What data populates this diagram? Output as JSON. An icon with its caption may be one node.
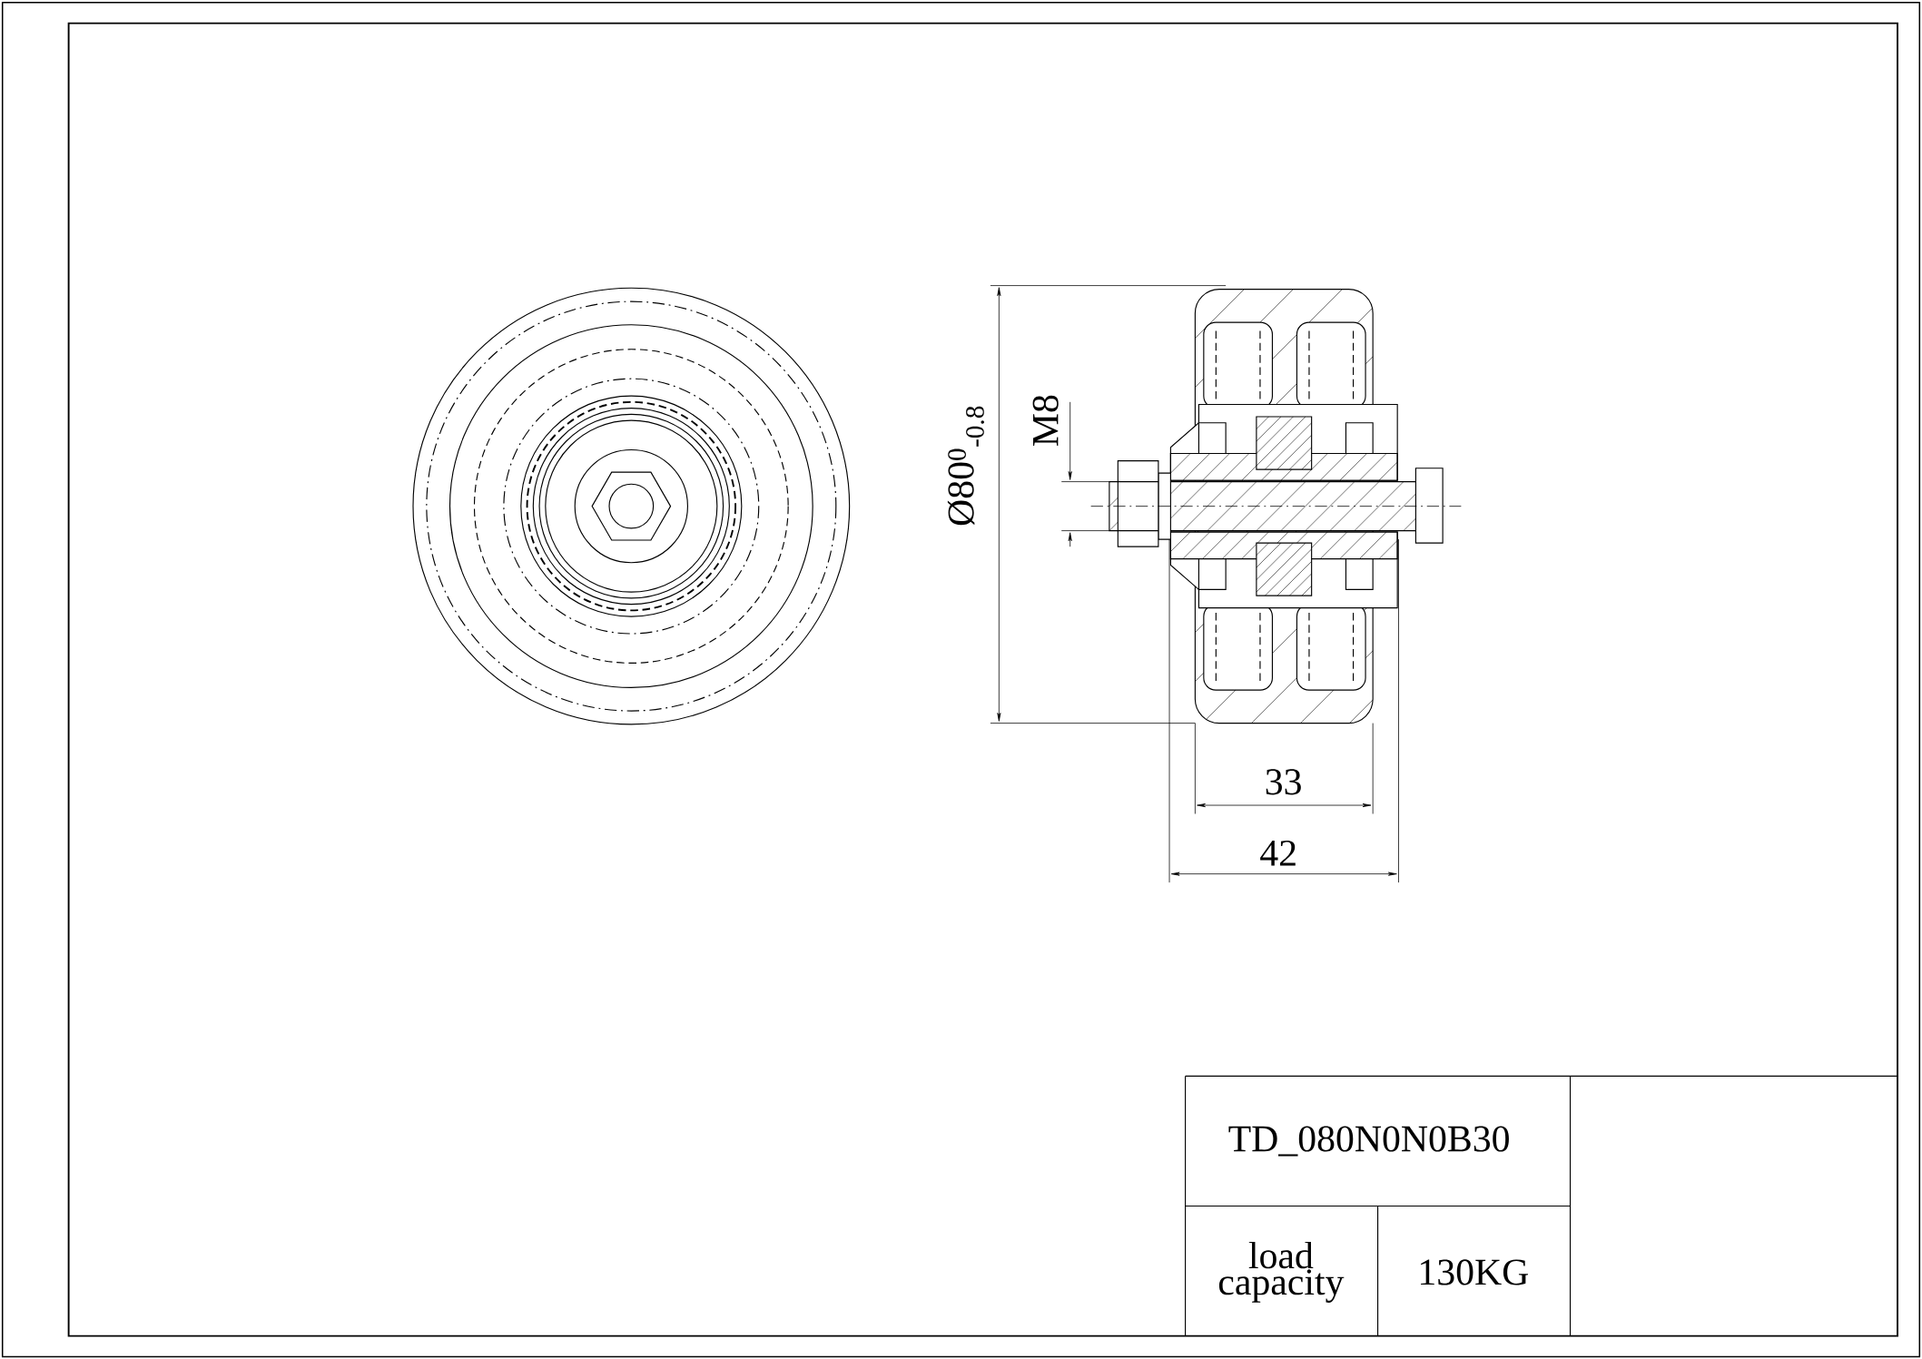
{
  "diagram": {
    "labels": [
      "Ø80$^{0}$$_{-0.8}$",
      "M8",
      "33",
      "42",
      "TD_080N0N0B30",
      "load capacity",
      "130KG"
    ]
  }
}
